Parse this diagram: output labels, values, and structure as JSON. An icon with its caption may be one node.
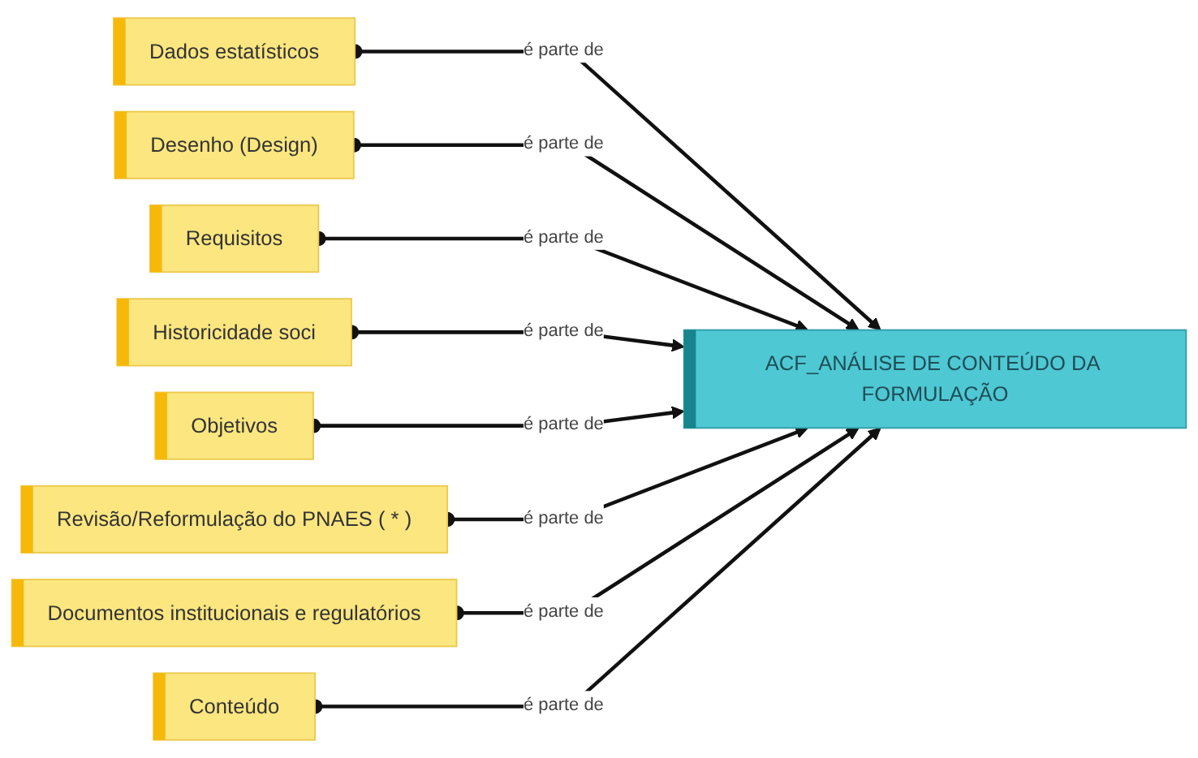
{
  "diagram": {
    "nodes": [
      {
        "text": [
          "Dados estatísticos"
        ]
      },
      {
        "text": [
          "Desenho (Design)"
        ]
      },
      {
        "text": [
          "Requisitos"
        ]
      },
      {
        "text": [
          "ACF_ANÁLISE DE CONTEÚDO DA FORMULAÇÃO"
        ]
      },
      {
        "text": [
          "Historicidade soci"
        ]
      },
      {
        "text": [
          "Objetivos"
        ]
      },
      {
        "text": [
          "Revisão/Reformulação do PNAES ( * )"
        ]
      },
      {
        "text": [
          "Documentos institucionais e regulatórios"
        ]
      },
      {
        "text": [
          "Conteúdo"
        ]
      }
    ],
    "edges": [
      {
        "from": 0,
        "to": 3,
        "arrow": "to",
        "label": "é parte de"
      },
      {
        "from": 1,
        "to": 3,
        "arrow": "to",
        "label": "é parte de"
      },
      {
        "from": 2,
        "to": 3,
        "arrow": "to",
        "label": "é parte de"
      },
      {
        "from": 4,
        "to": 3,
        "arrow": "to",
        "label": "é parte de"
      },
      {
        "from": 5,
        "to": 3,
        "arrow": "to",
        "label": "é parte de"
      },
      {
        "from": 6,
        "to": 3,
        "arrow": "to",
        "label": "é parte de"
      },
      {
        "from": 7,
        "to": 3,
        "arrow": "to",
        "label": "é parte de"
      },
      {
        "from": 8,
        "to": 3,
        "arrow": "to",
        "label": "é parte de"
      }
    ]
  }
}
